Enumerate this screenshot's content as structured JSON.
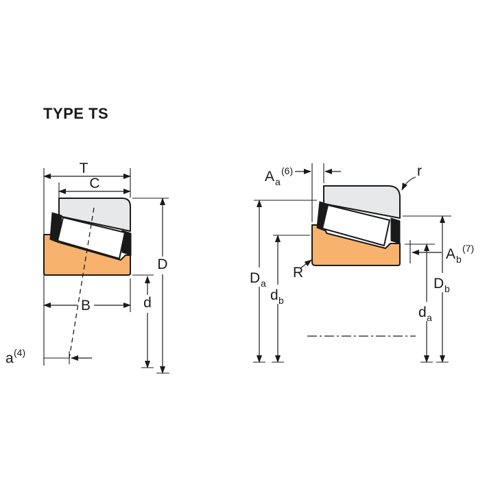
{
  "title": "TYPE TS",
  "colors": {
    "cone_fill": "#F7B26E",
    "cup_fill": "#E7E8E9",
    "outline": "#1A1A1A",
    "background": "#FFFFFF"
  },
  "left_view": {
    "dim_T": "T",
    "dim_C": "C",
    "dim_D": "D",
    "dim_d": "d",
    "dim_B": "B",
    "dim_a": {
      "base": "a",
      "sup": "(4)"
    }
  },
  "right_view": {
    "dim_Aa": {
      "base": "A",
      "sub": "a",
      "sup": "(6)"
    },
    "dim_r": "r",
    "dim_Ab": {
      "base": "A",
      "sub": "b",
      "sup": "(7)"
    },
    "dim_Da": {
      "base": "D",
      "sub": "a"
    },
    "dim_db": {
      "base": "d",
      "sub": "b"
    },
    "dim_R": "R",
    "dim_Db": {
      "base": "D",
      "sub": "b"
    },
    "dim_da": {
      "base": "d",
      "sub": "a"
    }
  }
}
